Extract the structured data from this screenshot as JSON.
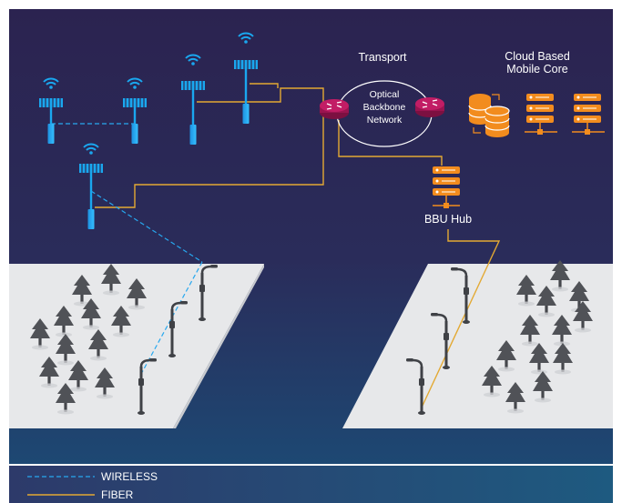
{
  "labels": {
    "transport": "Transport",
    "optical_line1": "Optical",
    "optical_line2": "Backbone",
    "optical_line3": "Network",
    "cloud_line1": "Cloud Based",
    "cloud_line2": "Mobile Core",
    "bbu_hub": "BBU Hub"
  },
  "legend": {
    "wireless": "WIRELESS",
    "fiber": "FIBER"
  },
  "colors": {
    "background_top": "#2a2450",
    "background_bottom": "#1d4a78",
    "antenna_blue": "#1aa7ef",
    "fiber_gold": "#e3a933",
    "router_magenta": "#b6195e",
    "server_orange": "#f28c1e",
    "ground": "#e7e8ea",
    "tree": "#4a4c50"
  }
}
